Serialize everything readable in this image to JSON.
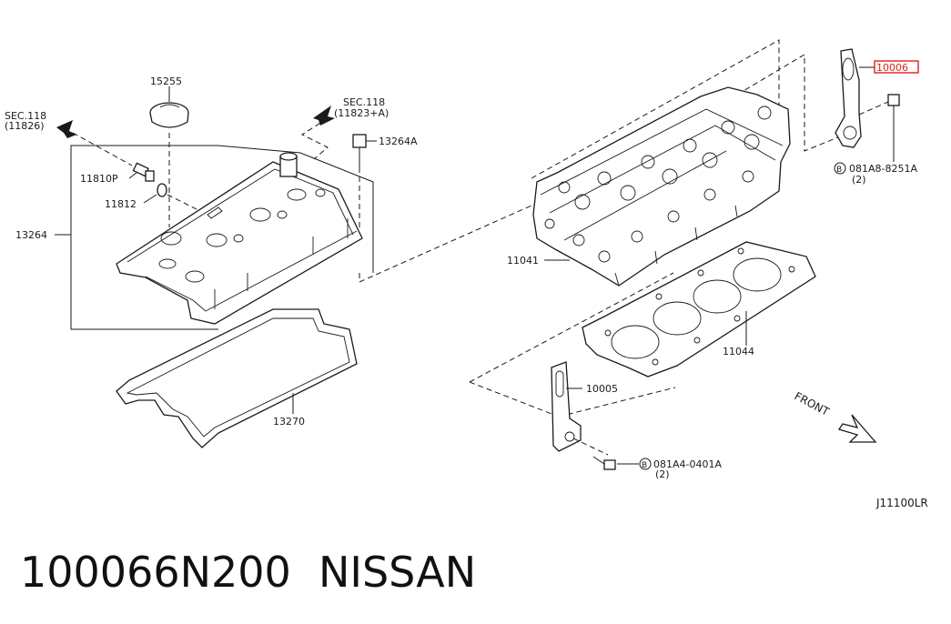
{
  "labels": {
    "p15255": "15255",
    "sec118_left_a": "SEC.118",
    "sec118_left_b": "(11826)",
    "sec118_right_a": "SEC.118",
    "sec118_right_b": "(11823+A)",
    "p13264A": "13264A",
    "p11810P": "11810P",
    "p11812": "11812",
    "p13264": "13264",
    "p13270": "13270",
    "p11041": "11041",
    "p11044": "11044",
    "p10005": "10005",
    "p10006": "10006",
    "bolt_a_code": "081A8-8251A",
    "bolt_a_qty": "(2)",
    "bolt_b_code": "081A4-0401A",
    "bolt_b_qty": "(2)",
    "circle_b": "B",
    "front": "FRONT",
    "ref": "J11100LR"
  },
  "footer": {
    "part_number": "100066N200",
    "brand": "NISSAN"
  },
  "colors": {
    "highlight": "#e02020",
    "ink": "#1a1a1a"
  }
}
